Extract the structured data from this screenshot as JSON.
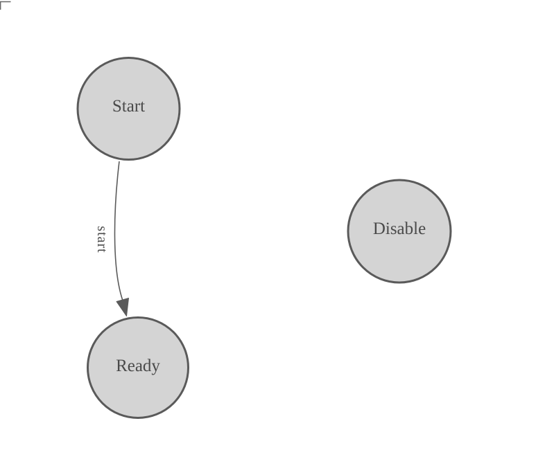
{
  "diagram": {
    "type": "state-diagram",
    "background_color": "#ffffff",
    "colors": {
      "node_fill": "#d4d4d4",
      "node_stroke": "#5a5a5a",
      "label_color": "#4a4a4a",
      "edge_color": "#5a5a5a",
      "corner_mark_color": "#666666"
    },
    "corner_mark": "top-left-corner-bracket",
    "nodes": [
      {
        "id": "start",
        "label": "Start"
      },
      {
        "id": "ready",
        "label": "Ready"
      },
      {
        "id": "disable",
        "label": "Disable"
      }
    ],
    "edges": [
      {
        "from": "start",
        "to": "ready",
        "label": "start",
        "label_orientation": "rotated-90-clockwise"
      }
    ]
  }
}
